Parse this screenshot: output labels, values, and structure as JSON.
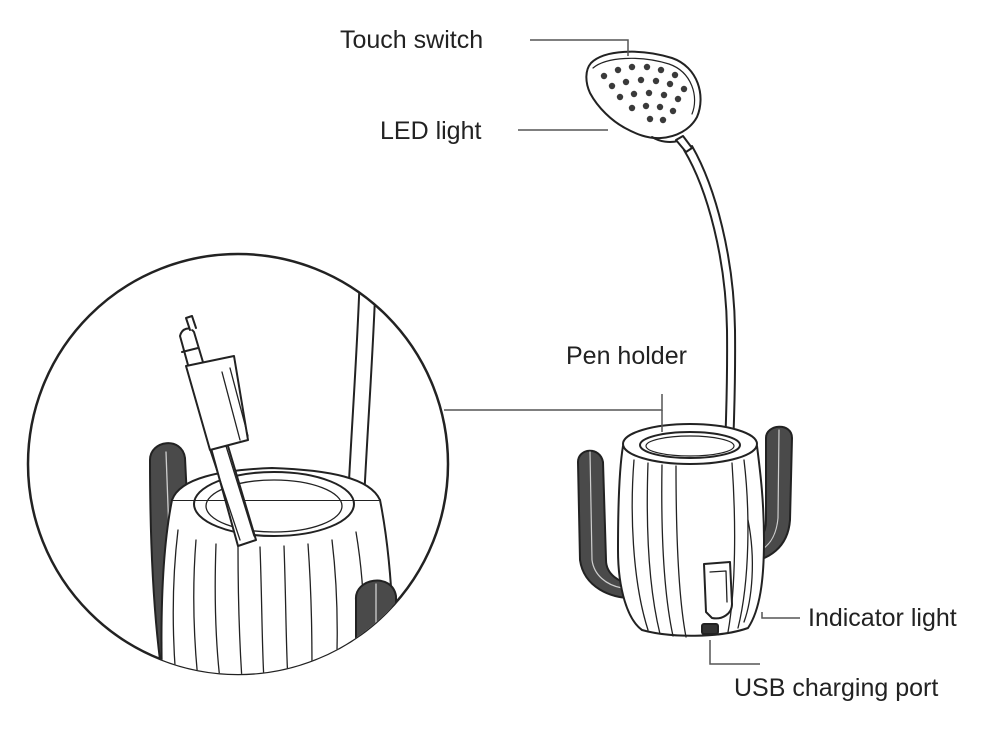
{
  "labels": {
    "touch_switch": "Touch switch",
    "led_light": "LED light",
    "pen_holder": "Pen holder",
    "indicator_light": "Indicator light",
    "usb_port": "USB charging port"
  },
  "colors": {
    "line": "#222222",
    "leader": "#555555",
    "dark_fill": "#4a4a4a",
    "background": "#ffffff"
  }
}
